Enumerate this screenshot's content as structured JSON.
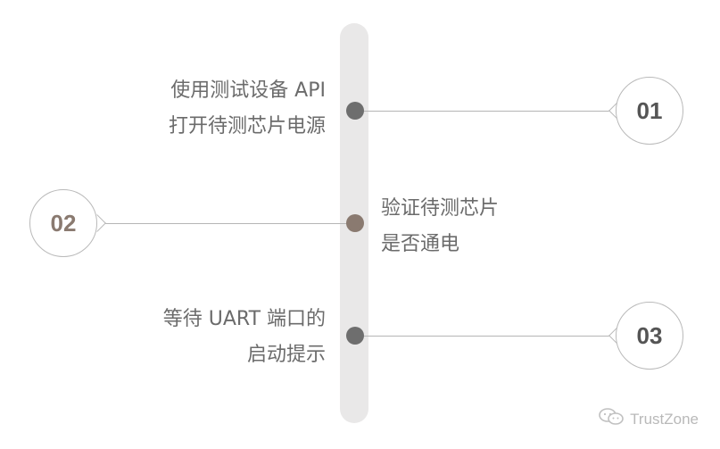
{
  "colors": {
    "spine": "#e9e8e8",
    "connector": "#b5b5b5",
    "dot_dark": "#6e6e6e",
    "dot_brown": "#8a7a70",
    "badge_text_dark": "#555555",
    "badge_text_brown": "#8a7a70",
    "step_text": "#6b6b6b"
  },
  "steps": [
    {
      "number": "01",
      "lines": [
        "使用测试设备 API",
        "打开待测芯片电源"
      ],
      "dot_icon": "timeline-dot"
    },
    {
      "number": "02",
      "lines": [
        "验证待测芯片",
        "是否通电"
      ],
      "dot_icon": "timeline-dot"
    },
    {
      "number": "03",
      "lines": [
        "等待 UART 端口的",
        "启动提示"
      ],
      "dot_icon": "timeline-dot"
    }
  ],
  "watermark": {
    "icon": "wechat-icon",
    "text": "TrustZone"
  }
}
